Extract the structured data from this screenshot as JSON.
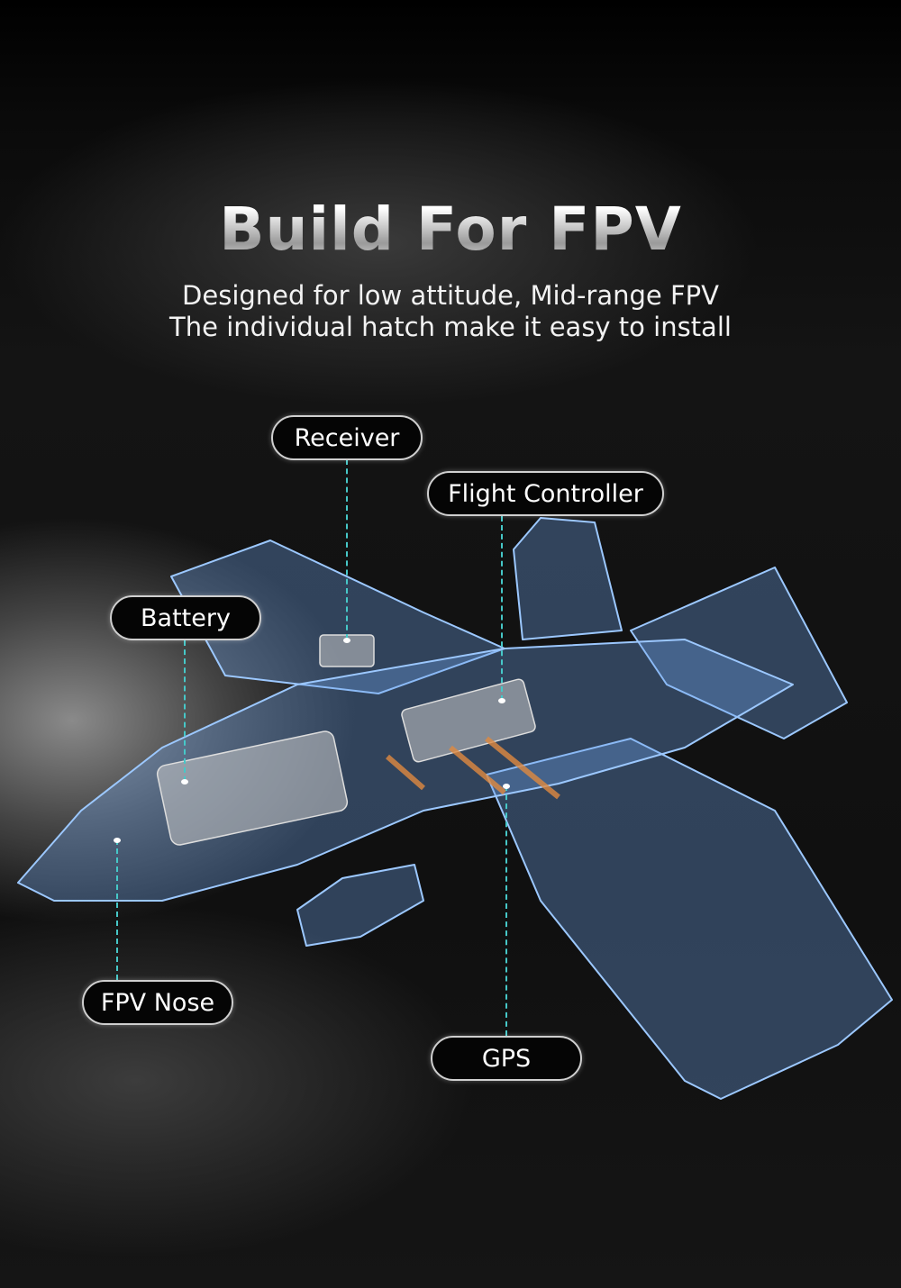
{
  "title": "Build For FPV",
  "subtitle_lines": [
    "Designed for low attitude, Mid-range FPV",
    "The individual hatch make it easy to install"
  ],
  "callouts": {
    "receiver": "Receiver",
    "flight_controller": "Flight Controller",
    "battery": "Battery",
    "fpv_nose": "FPV Nose",
    "gps": "GPS"
  },
  "colors": {
    "leader_line": "#46c8c8",
    "airframe": "#6fa6e8"
  }
}
